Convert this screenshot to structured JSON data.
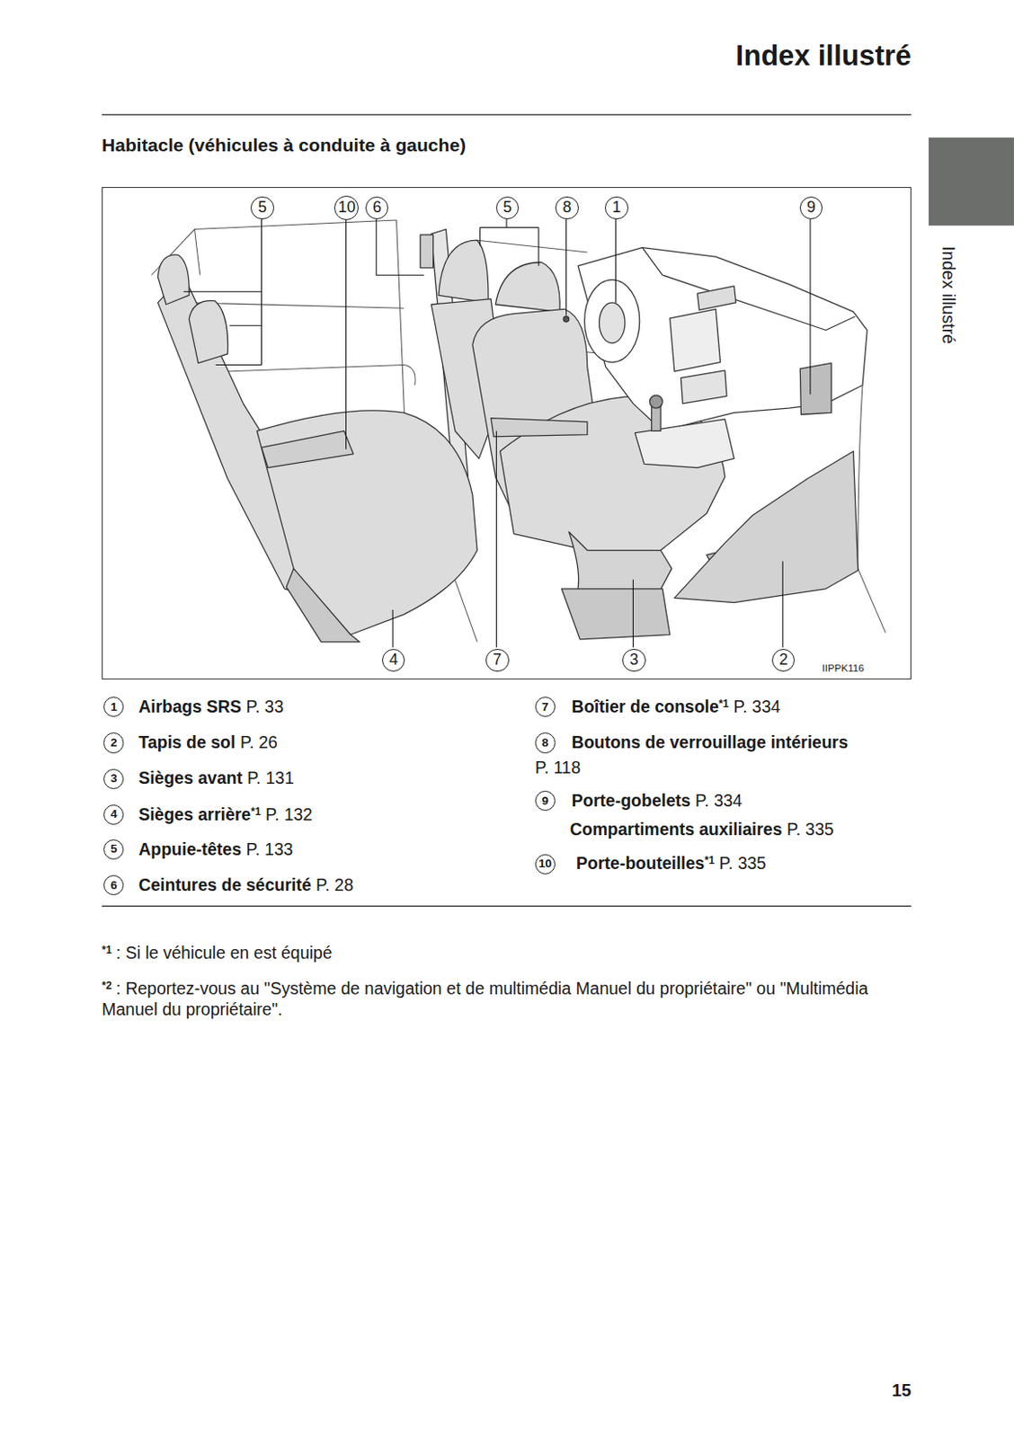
{
  "diagram": {
    "title": "Index illustré",
    "nodes": [
      {
        "text": [
          "IIPPK116"
        ]
      },
      {
        "text": [
          "5"
        ],
        "in": 0
      },
      {
        "text": [
          "10"
        ],
        "in": 0
      },
      {
        "text": [
          "6"
        ],
        "in": 0
      },
      {
        "text": [
          "5"
        ],
        "in": 0
      },
      {
        "text": [
          "8"
        ],
        "in": 0
      },
      {
        "text": [
          "1"
        ],
        "in": 0
      },
      {
        "text": [
          "9"
        ],
        "in": 0
      },
      {
        "text": [
          "4"
        ],
        "in": 0
      },
      {
        "text": [
          "7"
        ],
        "in": 0
      },
      {
        "text": [
          "3"
        ],
        "in": 0
      },
      {
        "text": [
          "2"
        ],
        "in": 0
      },
      {
        "text": [
          "1"
        ]
      },
      {
        "text": [
          "2"
        ]
      },
      {
        "text": [
          "3"
        ]
      },
      {
        "text": [
          "4"
        ]
      },
      {
        "text": [
          "5"
        ]
      },
      {
        "text": [
          "6"
        ]
      },
      {
        "text": [
          "7"
        ]
      },
      {
        "text": [
          "8"
        ]
      },
      {
        "text": [
          "9"
        ]
      },
      {
        "text": [
          "10"
        ]
      }
    ],
    "labels": [
      "Habitacle (véhicules à conduite à gauche)",
      "Airbags SRS",
      "P. 33",
      "Tapis de sol",
      "P. 26",
      "Sièges avant",
      "P. 131",
      "Sièges arrière",
      "*1",
      "P. 132",
      "Appuie-têtes",
      "P. 133",
      "Ceintures de sécurité",
      "P. 28",
      "Boîtier de console",
      "*1",
      "P. 334",
      "Boutons de verrouillage intérieurs",
      "P. 118",
      "Porte-gobelets",
      "P. 334",
      "Compartiments auxiliaires",
      "P. 335",
      "Porte-bouteilles",
      "*1",
      "P. 335",
      "*1",
      ": Si le véhicule en est équipé",
      "*2",
      ": Reportez-vous au \"Système de navigation et de multimédia Manuel du propriétaire\" ou \"Multimédia Manuel du propriétaire\".",
      "Index illustré",
      "15"
    ]
  }
}
